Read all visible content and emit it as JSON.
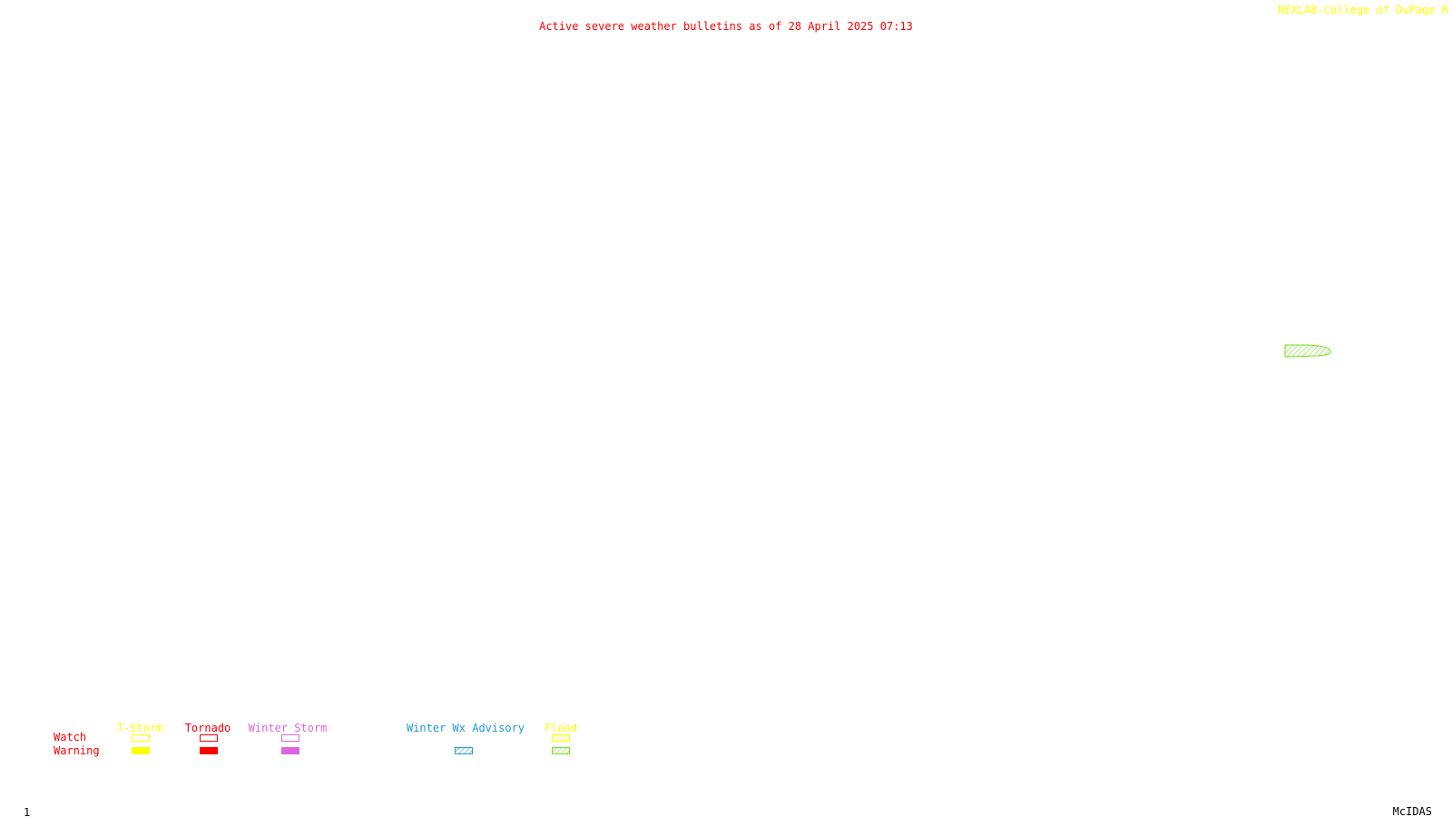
{
  "header": {
    "title": "Active severe weather bulletins as of 28 April 2025 07:13",
    "credit": "NEXLAB-College of DuPage R"
  },
  "colors": {
    "title": "#ff0000",
    "credit": "#ffff00",
    "tstorm": "#ffff00",
    "tornado": "#ff0000",
    "winter_storm": "#dd66dd",
    "winter_wx_advisory": "#2299dd",
    "flood_watch": "#ffff00",
    "flood_warning": "#77dd22",
    "row_labels": "#ff0000",
    "footer": "#000000"
  },
  "map": {
    "active_polygons": [
      {
        "name": "flood-warning-polygon",
        "type": "flood_warning"
      }
    ]
  },
  "legend": {
    "rows": {
      "watch": "Watch",
      "warning": "Warning"
    },
    "categories": [
      {
        "id": "tstorm",
        "label": "T-Storm",
        "watch": "outline",
        "warning": "solid"
      },
      {
        "id": "tornado",
        "label": "Tornado",
        "watch": "outline",
        "warning": "solid"
      },
      {
        "id": "winter_storm",
        "label": "Winter Storm",
        "watch": "outline",
        "warning": "solid"
      },
      {
        "id": "winter_wx_advisory",
        "label": "Winter Wx Advisory",
        "watch": "none",
        "warning": "hatched"
      },
      {
        "id": "flood",
        "label": "Flood",
        "watch": "hatched",
        "warning": "hatched"
      }
    ]
  },
  "footer": {
    "frame_number": "1",
    "software": "McIDAS"
  }
}
